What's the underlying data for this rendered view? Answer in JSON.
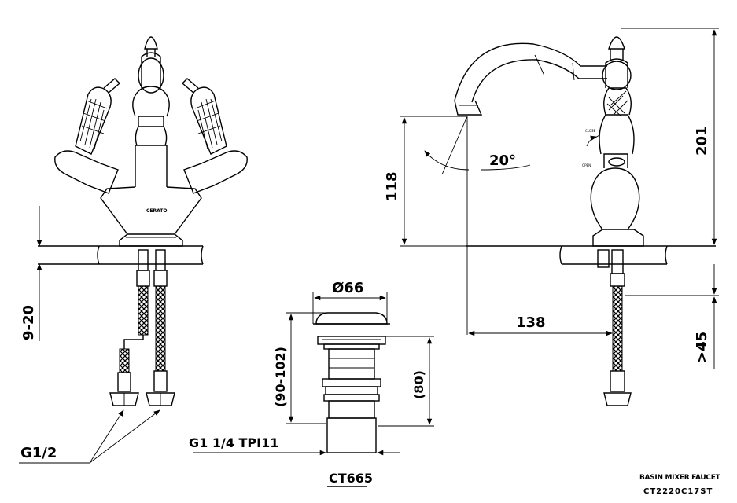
{
  "front_view": {
    "dim_mount_thickness": "9-20",
    "thread_label": "G1/2"
  },
  "drain": {
    "dim_diameter": "Ø66",
    "dim_total_height": "(90-102)",
    "dim_body_height": "(80)",
    "thread_label": "G1 1/4 TPI11",
    "model": "CT665"
  },
  "side_view": {
    "dim_height_total": "201",
    "dim_spout_height": "118",
    "dim_spout_reach": "138",
    "dim_hose_min": ">45",
    "spout_angle": "20°"
  },
  "title": {
    "product_name": "BASIN MIXER FAUCET",
    "product_code": "CT2220C17ST"
  }
}
